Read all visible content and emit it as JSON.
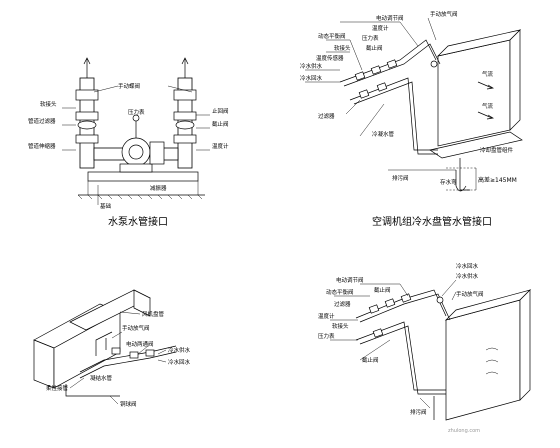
{
  "captions": {
    "pump": "水泵水管接口",
    "ahu": "空调机组冷水盘管水管接口",
    "footer": "zhulong.com"
  },
  "pump_diagram": {
    "labels": [
      "手动蝶阀",
      "压力表",
      "软接头",
      "管道过滤器",
      "管道伸缩器",
      "止回阀",
      "截止阀",
      "温度计",
      "减振器",
      "基础"
    ]
  },
  "ahu_top": {
    "labels": [
      "电动调节阀",
      "温度计",
      "压力表",
      "截止阀",
      "软接头",
      "动态平衡阀",
      "温度传感器",
      "冷水供水",
      "冷水回水",
      "过滤器",
      "手动放气阀",
      "冷凝水管",
      "排污阀",
      "气流",
      "气流",
      "冷却盘管组件",
      "存水弯"
    ],
    "dimension": "高差≥145MM"
  },
  "fcu_bottom_left": {
    "labels": [
      "风机盘管",
      "手动放气阀",
      "电动两通阀",
      "冷水供水",
      "冷水回水",
      "柔性接管",
      "凝结水管",
      "铜球阀"
    ]
  },
  "ahu_bottom_right": {
    "labels": [
      "电动调节阀",
      "动态平衡阀",
      "截止阀",
      "过滤器",
      "温度计",
      "压力表",
      "软接头",
      "手动放气阀",
      "冷水供水",
      "冷水回水",
      "截止阀",
      "排污阀"
    ]
  }
}
